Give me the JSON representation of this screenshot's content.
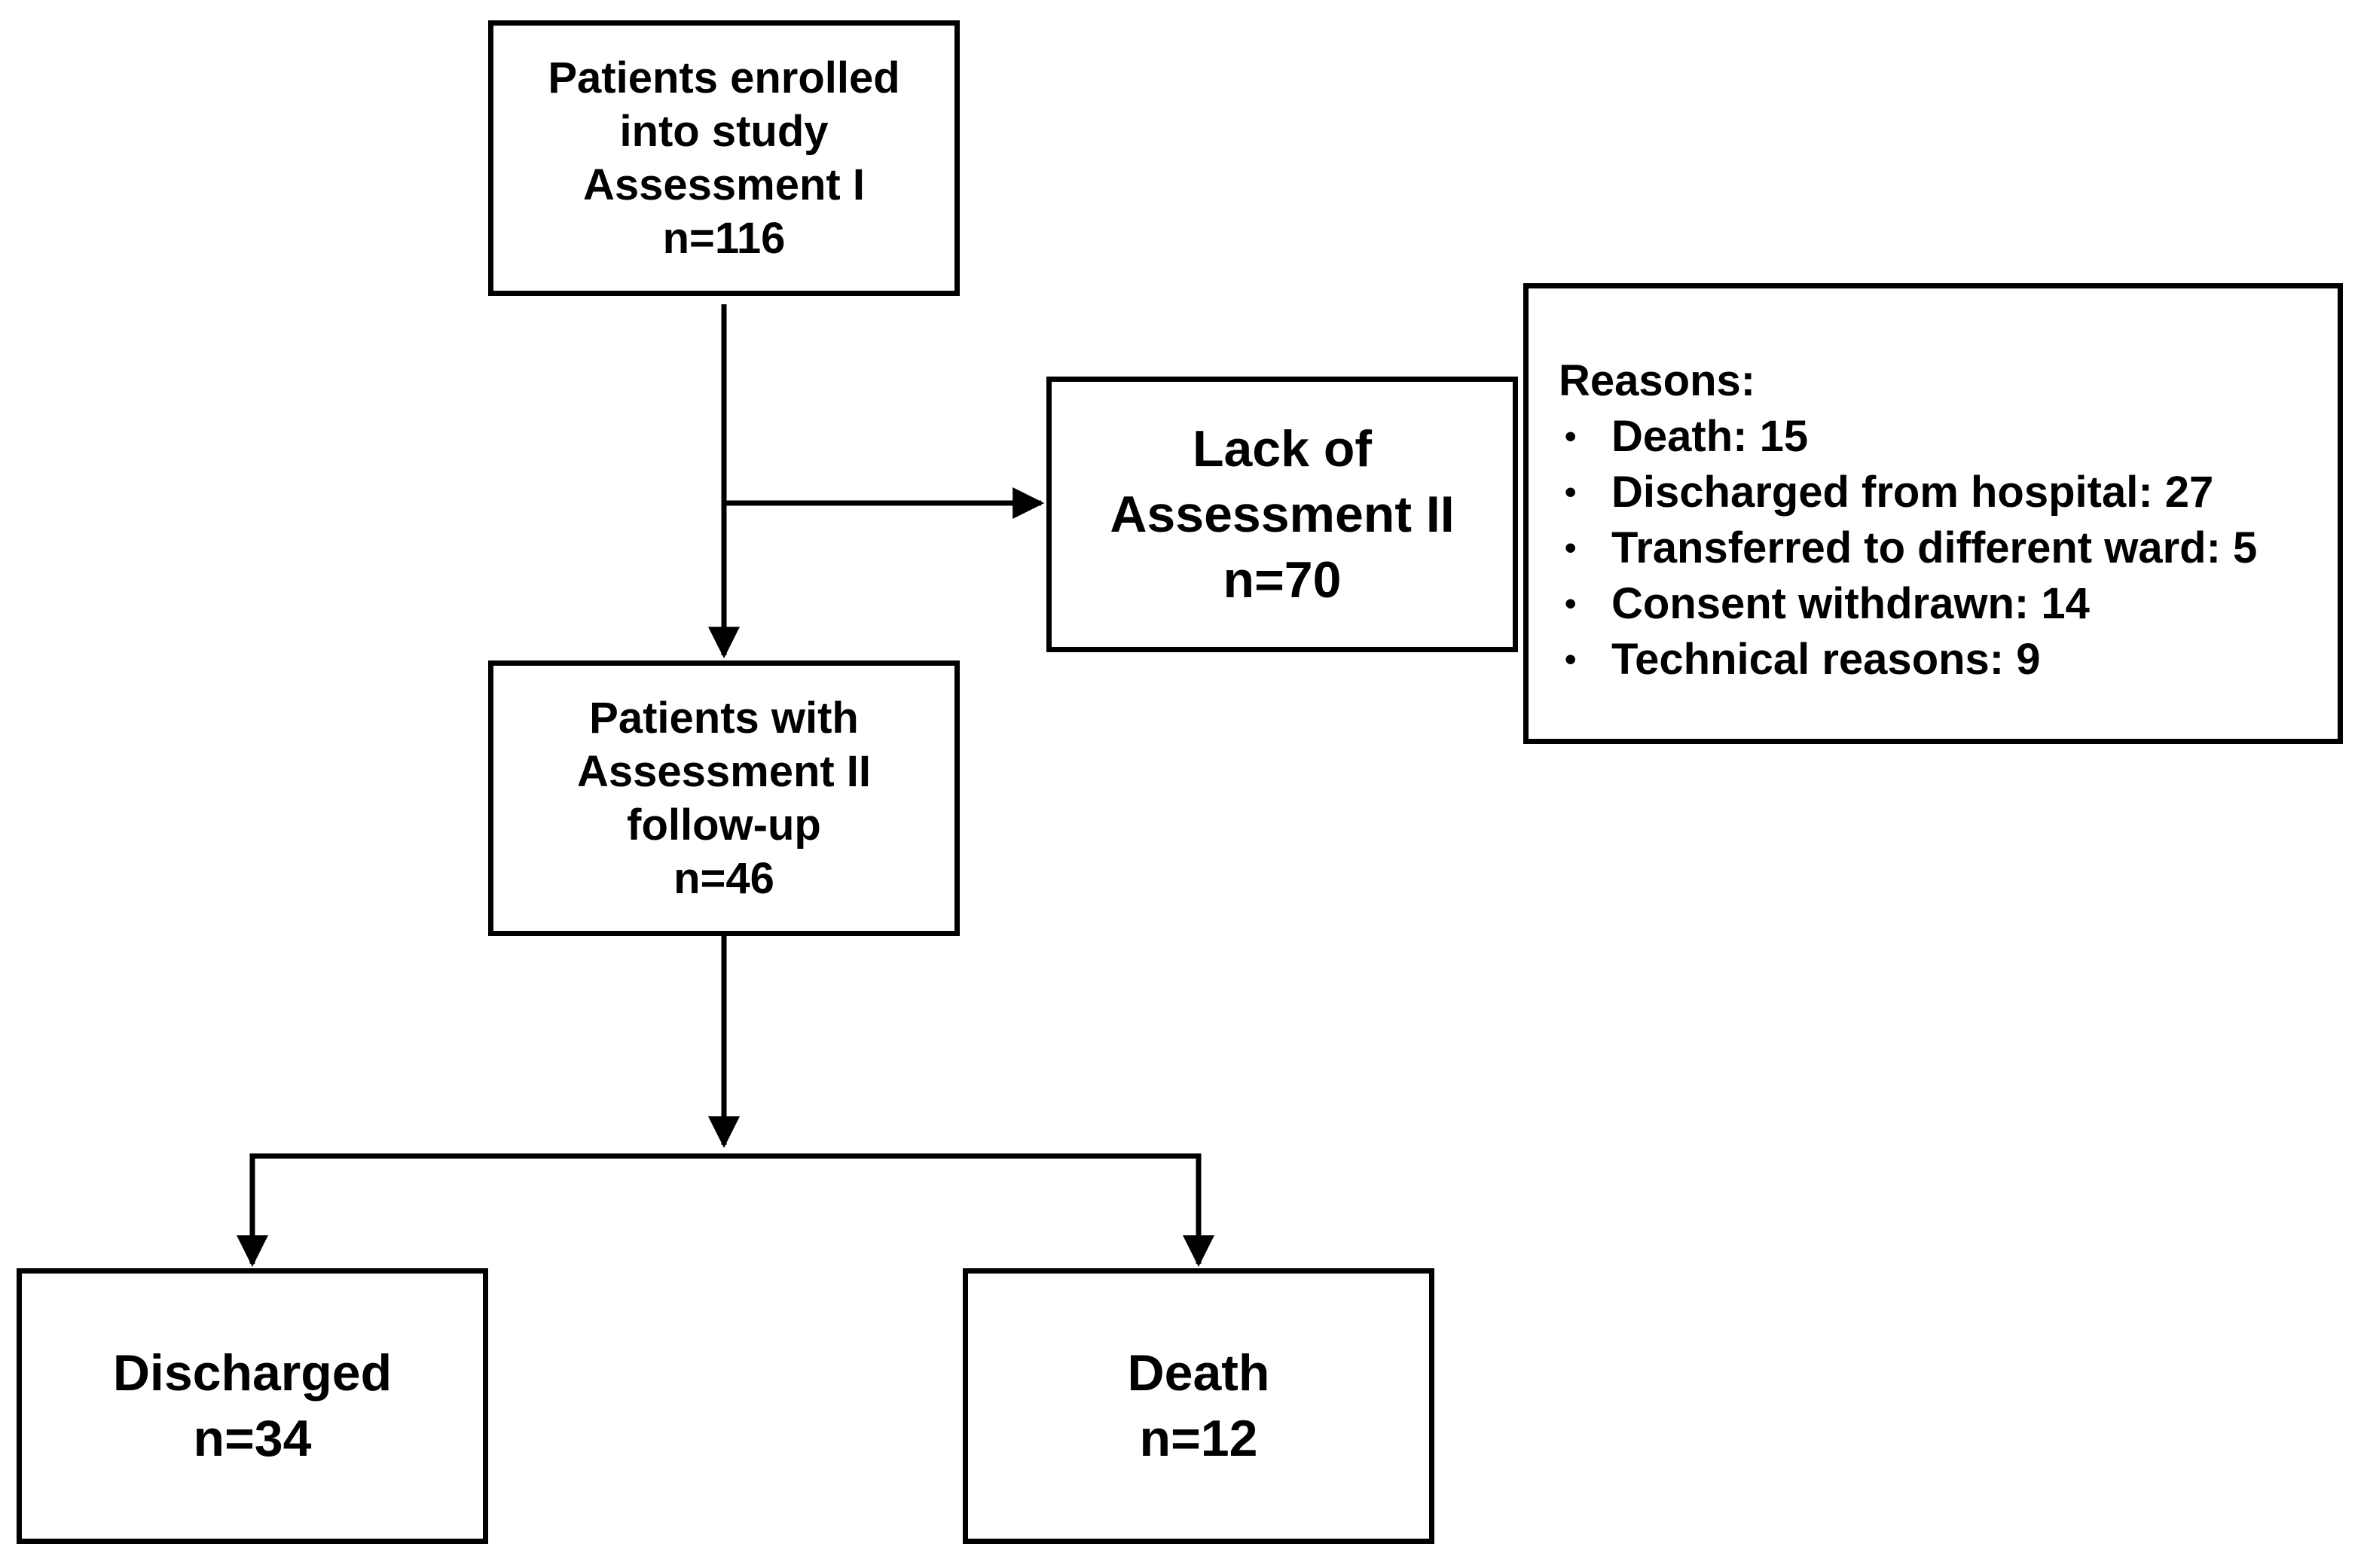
{
  "flowchart": {
    "enrolled": {
      "lines": [
        "Patients enrolled",
        "into study",
        "Assessment I",
        "n=116"
      ]
    },
    "lack": {
      "lines": [
        "Lack of",
        "Assessment II",
        "n=70"
      ]
    },
    "reasons": {
      "heading": "Reasons:",
      "items": [
        "Death: 15",
        "Discharged from hospital: 27",
        "Transferred to different ward: 5",
        "Consent withdrawn: 14",
        "Technical reasons: 9"
      ]
    },
    "followup": {
      "lines": [
        "Patients with",
        "Assessment II",
        "follow-up",
        "n=46"
      ]
    },
    "discharged": {
      "lines": [
        "Discharged",
        "n=34"
      ]
    },
    "death": {
      "lines": [
        "Death",
        "n=12"
      ]
    }
  },
  "colors": {
    "stroke": "#000000",
    "background": "#ffffff"
  },
  "icons": {
    "bullet": "bullet-dot-icon"
  }
}
